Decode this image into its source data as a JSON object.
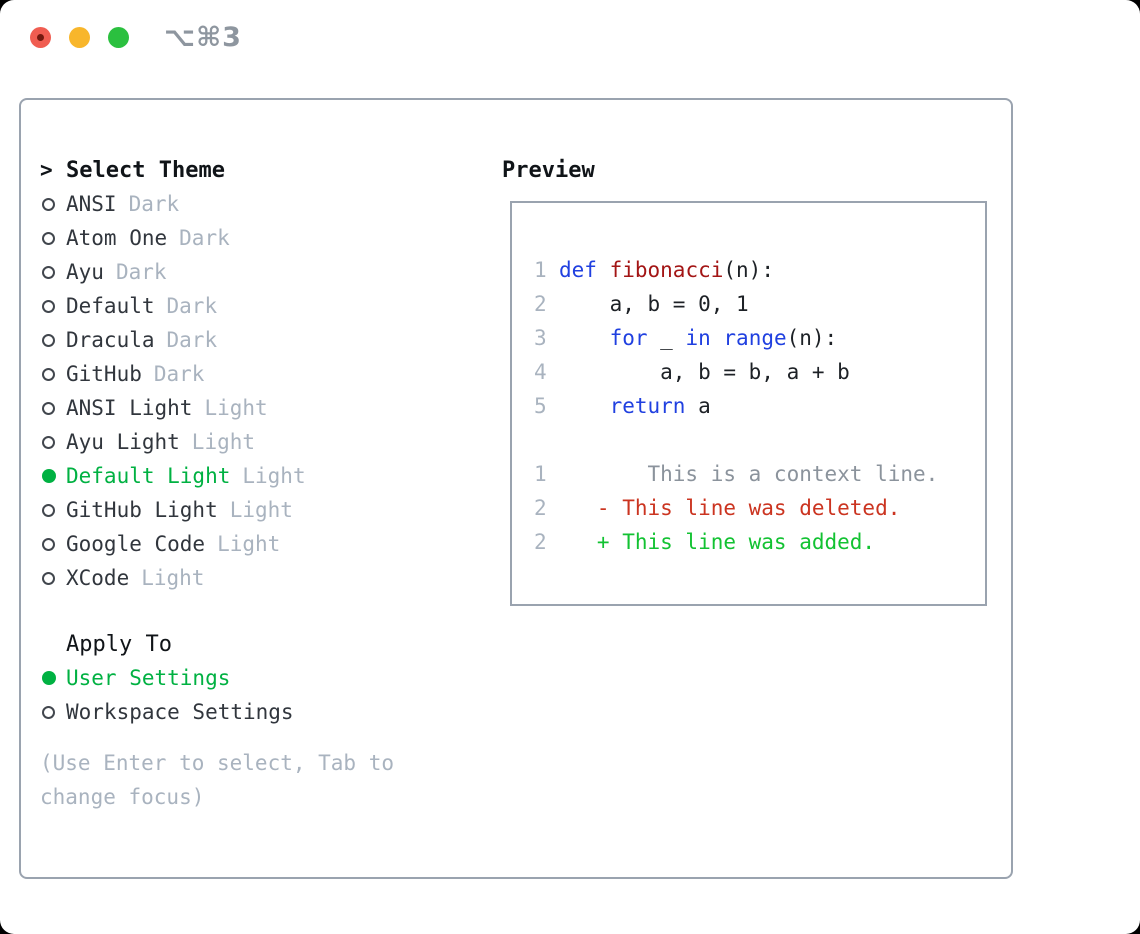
{
  "window": {
    "title": "⌥⌘3",
    "traffic_lights": [
      {
        "name": "close",
        "color": "#f05d51"
      },
      {
        "name": "minimize",
        "color": "#f8b62b"
      },
      {
        "name": "zoom",
        "color": "#2bc03f"
      }
    ]
  },
  "theme_picker": {
    "focus_indicator": ">",
    "header_label": "Select Theme",
    "items": [
      {
        "name": "ANSI",
        "badge": "Dark",
        "selected": false
      },
      {
        "name": "Atom One",
        "badge": "Dark",
        "selected": false
      },
      {
        "name": "Ayu",
        "badge": "Dark",
        "selected": false
      },
      {
        "name": "Default",
        "badge": "Dark",
        "selected": false
      },
      {
        "name": "Dracula",
        "badge": "Dark",
        "selected": false
      },
      {
        "name": "GitHub",
        "badge": "Dark",
        "selected": false
      },
      {
        "name": "ANSI Light",
        "badge": "Light",
        "selected": false
      },
      {
        "name": "Ayu Light",
        "badge": "Light",
        "selected": false
      },
      {
        "name": "Default Light",
        "badge": "Light",
        "selected": true
      },
      {
        "name": "GitHub Light",
        "badge": "Light",
        "selected": false
      },
      {
        "name": "Google Code",
        "badge": "Light",
        "selected": false
      },
      {
        "name": "XCode",
        "badge": "Light",
        "selected": false
      }
    ]
  },
  "apply_to": {
    "header_label": "Apply To",
    "options": [
      {
        "label": "User Settings",
        "selected": true
      },
      {
        "label": "Workspace Settings",
        "selected": false
      }
    ]
  },
  "help_text": "(Use Enter to select, Tab to change focus)",
  "preview": {
    "header_label": "Preview",
    "code_lines": [
      {
        "num": "1",
        "segments": [
          {
            "t": "def",
            "c": "keyword"
          },
          {
            "t": " ",
            "c": "plain"
          },
          {
            "t": "fibonacci",
            "c": "function"
          },
          {
            "t": "(n):",
            "c": "plain"
          }
        ]
      },
      {
        "num": "2",
        "segments": [
          {
            "t": "    a, b = 0, 1",
            "c": "plain"
          }
        ]
      },
      {
        "num": "3",
        "segments": [
          {
            "t": "    ",
            "c": "plain"
          },
          {
            "t": "for",
            "c": "keyword"
          },
          {
            "t": " _ ",
            "c": "plain"
          },
          {
            "t": "in",
            "c": "keyword"
          },
          {
            "t": " ",
            "c": "plain"
          },
          {
            "t": "range",
            "c": "keyword"
          },
          {
            "t": "(n):",
            "c": "plain"
          }
        ]
      },
      {
        "num": "4",
        "segments": [
          {
            "t": "        a, b = b, a + b",
            "c": "plain"
          }
        ]
      },
      {
        "num": "5",
        "segments": [
          {
            "t": "    ",
            "c": "plain"
          },
          {
            "t": "return",
            "c": "keyword"
          },
          {
            "t": " a",
            "c": "plain"
          }
        ]
      }
    ],
    "diff_lines": [
      {
        "num": "1",
        "segments": [
          {
            "t": "       This is a context line.",
            "c": "context"
          }
        ]
      },
      {
        "num": "2",
        "segments": [
          {
            "t": "   - This line was deleted.",
            "c": "deleted"
          }
        ]
      },
      {
        "num": "2",
        "segments": [
          {
            "t": "   + This line was added.",
            "c": "added"
          }
        ]
      }
    ]
  },
  "colors": {
    "selection_green": "#00b142",
    "diff_added_green": "#12c232",
    "diff_deleted_red": "#cb3420",
    "keyword_blue": "#2040e0",
    "function_red": "#a31515",
    "muted_gray": "#a9b3bf",
    "panel_border": "#9aa3af"
  }
}
